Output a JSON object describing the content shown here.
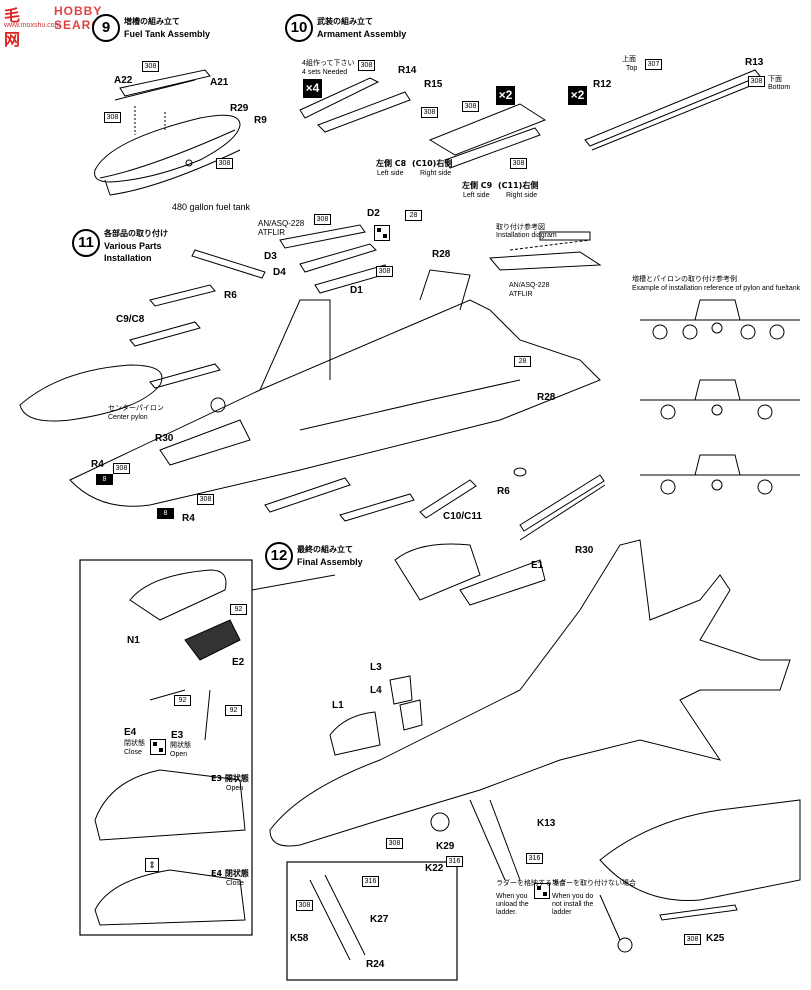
{
  "watermark": {
    "logo": "毛网",
    "brand": "HOBBY SEARCH",
    "url": "www.moxshu.com"
  },
  "step9": {
    "number": "9",
    "jp": "増槽の組み立て",
    "en": "Fuel Tank Assembly",
    "caption": "480 gallon fuel tank",
    "parts": {
      "a22": "A22",
      "a21": "A21",
      "r29": "R29",
      "r9": "R9"
    }
  },
  "step10": {
    "number": "10",
    "jp": "武装の組み立て",
    "en": "Armament Assembly",
    "sets_jp": "4組作って下さい",
    "sets_en": "4 sets Needed",
    "x4": "×4",
    "x2a": "×2",
    "x2b": "×2",
    "parts": {
      "r14": "R14",
      "r15": "R15",
      "r12": "R12",
      "r13": "R13",
      "c8": "左側 C8",
      "c10": "(C10)右側",
      "c9": "左側 C9",
      "c11": "(C11)右側"
    },
    "left_side": "Left side",
    "right_side": "Right side",
    "top_jp": "上面",
    "top_en": "Top",
    "bottom_jp": "下面",
    "bottom_en": "Bottom"
  },
  "step11": {
    "number": "11",
    "jp": "各部品の取り付け",
    "en1": "Various Parts",
    "en2": "Installation",
    "atflir": "AN/ASQ-228",
    "atflir2": "ATFLIR",
    "install_jp": "取り付け参考図",
    "install_en": "Installation diagram",
    "atflir_b": "AN/ASQ-228",
    "atflir_b2": "ATFLIR",
    "pylon_jp": "増槽とパイロンの取り付け参考例",
    "pylon_en": "Example of installation reference of pylon and fueltank",
    "center_jp": "センターパイロン",
    "center_en": "Center pylon",
    "parts": {
      "d2": "D2",
      "d3": "D3",
      "d4": "D4",
      "d1": "D1",
      "r6a": "R6",
      "r6b": "R6",
      "c9c8": "C9/C8",
      "r28a": "R28",
      "r28b": "R28",
      "r30": "R30",
      "r4a": "R4",
      "r4b": "R4",
      "c10c11": "C10/C11"
    }
  },
  "step12": {
    "number": "12",
    "jp": "最終の組み立て",
    "en": "Final Assembly",
    "parts": {
      "n1": "N1",
      "e2": "E2",
      "e4": "E4",
      "e3": "E3",
      "e1": "E1",
      "r30": "R30",
      "l3": "L3",
      "l4": "L4",
      "l1": "L1",
      "k13": "K13",
      "k29": "K29",
      "k22": "K22",
      "k27": "K27",
      "k58": "K58",
      "r24": "R24",
      "k25": "K25"
    },
    "close_jp": "閉状態",
    "close_en": "Close",
    "open_jp": "開状態",
    "open_en": "Open",
    "e3_state": "E3 開状態",
    "e3_open": "Open",
    "e4_state": "E4 閉状態",
    "e4_close": "Close",
    "ladder_jp": "ラダーを格納する場合",
    "ladder_en1": "When you",
    "ladder_en2": "unload the",
    "ladder_en3": "ladder.",
    "noladder_jp": "ラダーを取り付けない場合",
    "noladder_en1": "When you do",
    "noladder_en2": "not install the",
    "noladder_en3": "ladder"
  },
  "paint_codes": {
    "p308": "308",
    "p307": "307",
    "p316": "316",
    "p28": "28",
    "p92": "92",
    "p8": "8"
  }
}
